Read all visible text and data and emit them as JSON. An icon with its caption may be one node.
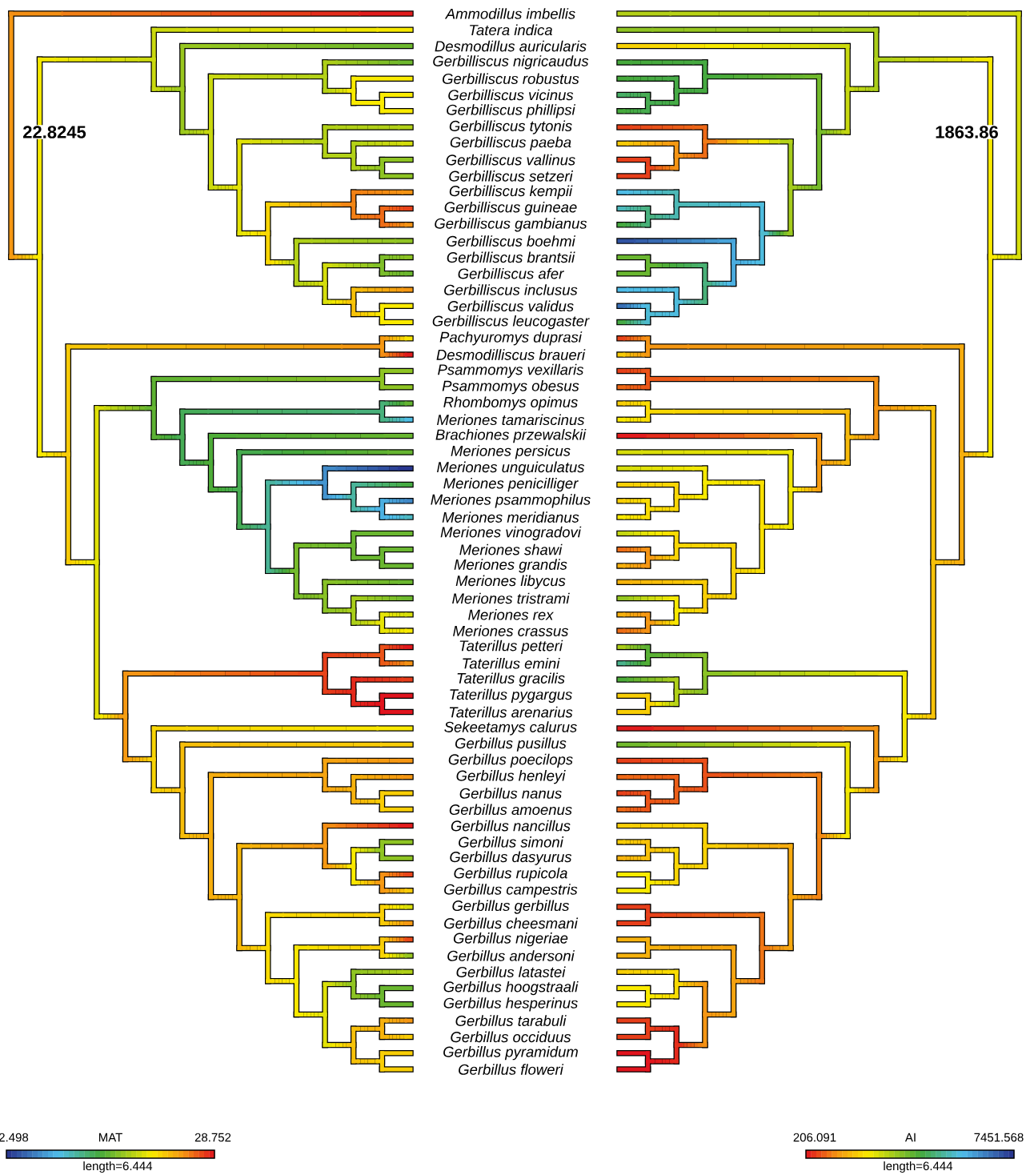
{
  "diagram": {
    "labels": [
      "Ammodillus imbellis",
      "Tatera indica",
      "Desmodillus auricularis",
      "Gerbilliscus nigricaudus",
      "Gerbilliscus robustus",
      "Gerbilliscus vicinus",
      "Gerbilliscus phillipsi",
      "Gerbilliscus tytonis",
      "Gerbilliscus paeba",
      "Gerbilliscus vallinus",
      "Gerbilliscus setzeri",
      "Gerbilliscus kempii",
      "Gerbilliscus guineae",
      "Gerbilliscus gambianus",
      "Gerbilliscus boehmi",
      "Gerbilliscus brantsii",
      "Gerbilliscus afer",
      "Gerbilliscus inclusus",
      "Gerbilliscus validus",
      "Gerbilliscus leucogaster",
      "Pachyuromys duprasi",
      "Desmodilliscus braueri",
      "Psammomys vexillaris",
      "Psammomys obesus",
      "Rhombomys opimus",
      "Meriones tamariscinus",
      "Brachiones przewalskii",
      "Meriones persicus",
      "Meriones unguiculatus",
      "Meriones penicilliger",
      "Meriones psammophilus",
      "Meriones meridianus",
      "Meriones vinogradovi",
      "Meriones shawi",
      "Meriones grandis",
      "Meriones libycus",
      "Meriones tristrami",
      "Meriones rex",
      "Meriones crassus",
      "Taterillus petteri",
      "Taterillus emini",
      "Taterillus gracilis",
      "Taterillus pygargus",
      "Taterillus arenarius",
      "Sekeetamys calurus",
      "Gerbillus pusillus",
      "Gerbillus poecilops",
      "Gerbillus henleyi",
      "Gerbillus nanus",
      "Gerbillus amoenus",
      "Gerbillus nancillus",
      "Gerbillus simoni",
      "Gerbillus dasyurus",
      "Gerbillus rupicola",
      "Gerbillus campestris",
      "Gerbillus gerbillus",
      "Gerbillus cheesmani",
      "Gerbillus nigeriae",
      "Gerbillus andersoni",
      "Gerbillus latastei",
      "Gerbillus hoogstraali",
      "Gerbillus hesperinus",
      "Gerbillus tarabuli",
      "Gerbillus occiduus",
      "Gerbillus pyramidum",
      "Gerbillus floweri",
      "22.8245",
      "1863.86",
      "2.498",
      "MAT",
      "28.752",
      "length=6.444",
      "206.091",
      "AI",
      "7451.568",
      "length=6.444"
    ]
  }
}
